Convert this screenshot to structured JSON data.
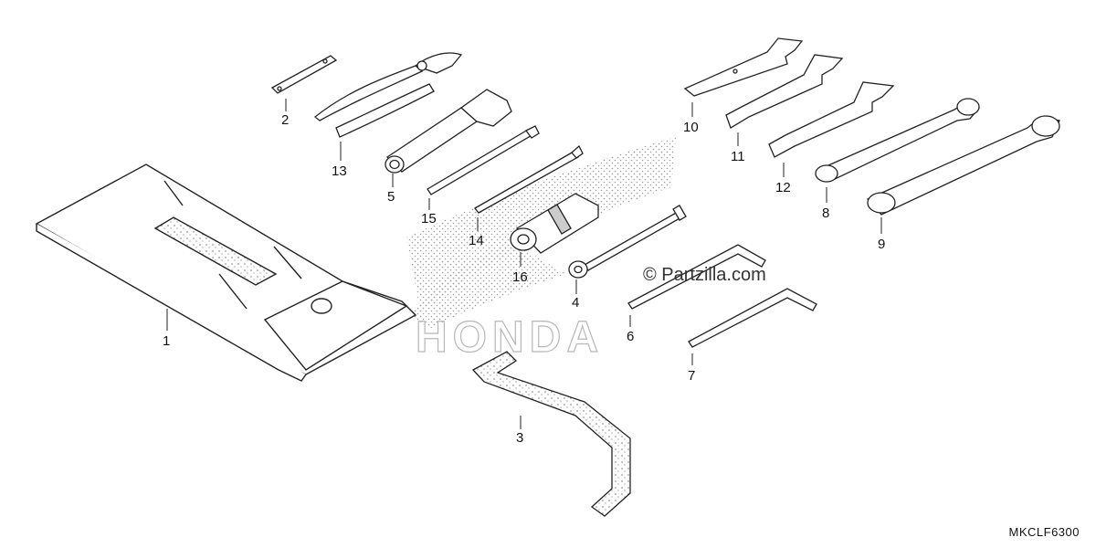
{
  "callouts": [
    "1",
    "2",
    "3",
    "4",
    "5",
    "6",
    "7",
    "8",
    "9",
    "10",
    "11",
    "12",
    "13",
    "14",
    "15",
    "16"
  ],
  "watermark": "© Partzilla.com",
  "diagram_code": "MKCLF6300",
  "logo_text": "HONDA",
  "colors": {
    "line": "#222222",
    "logo": "#b8b8b8",
    "background": "#ffffff"
  }
}
